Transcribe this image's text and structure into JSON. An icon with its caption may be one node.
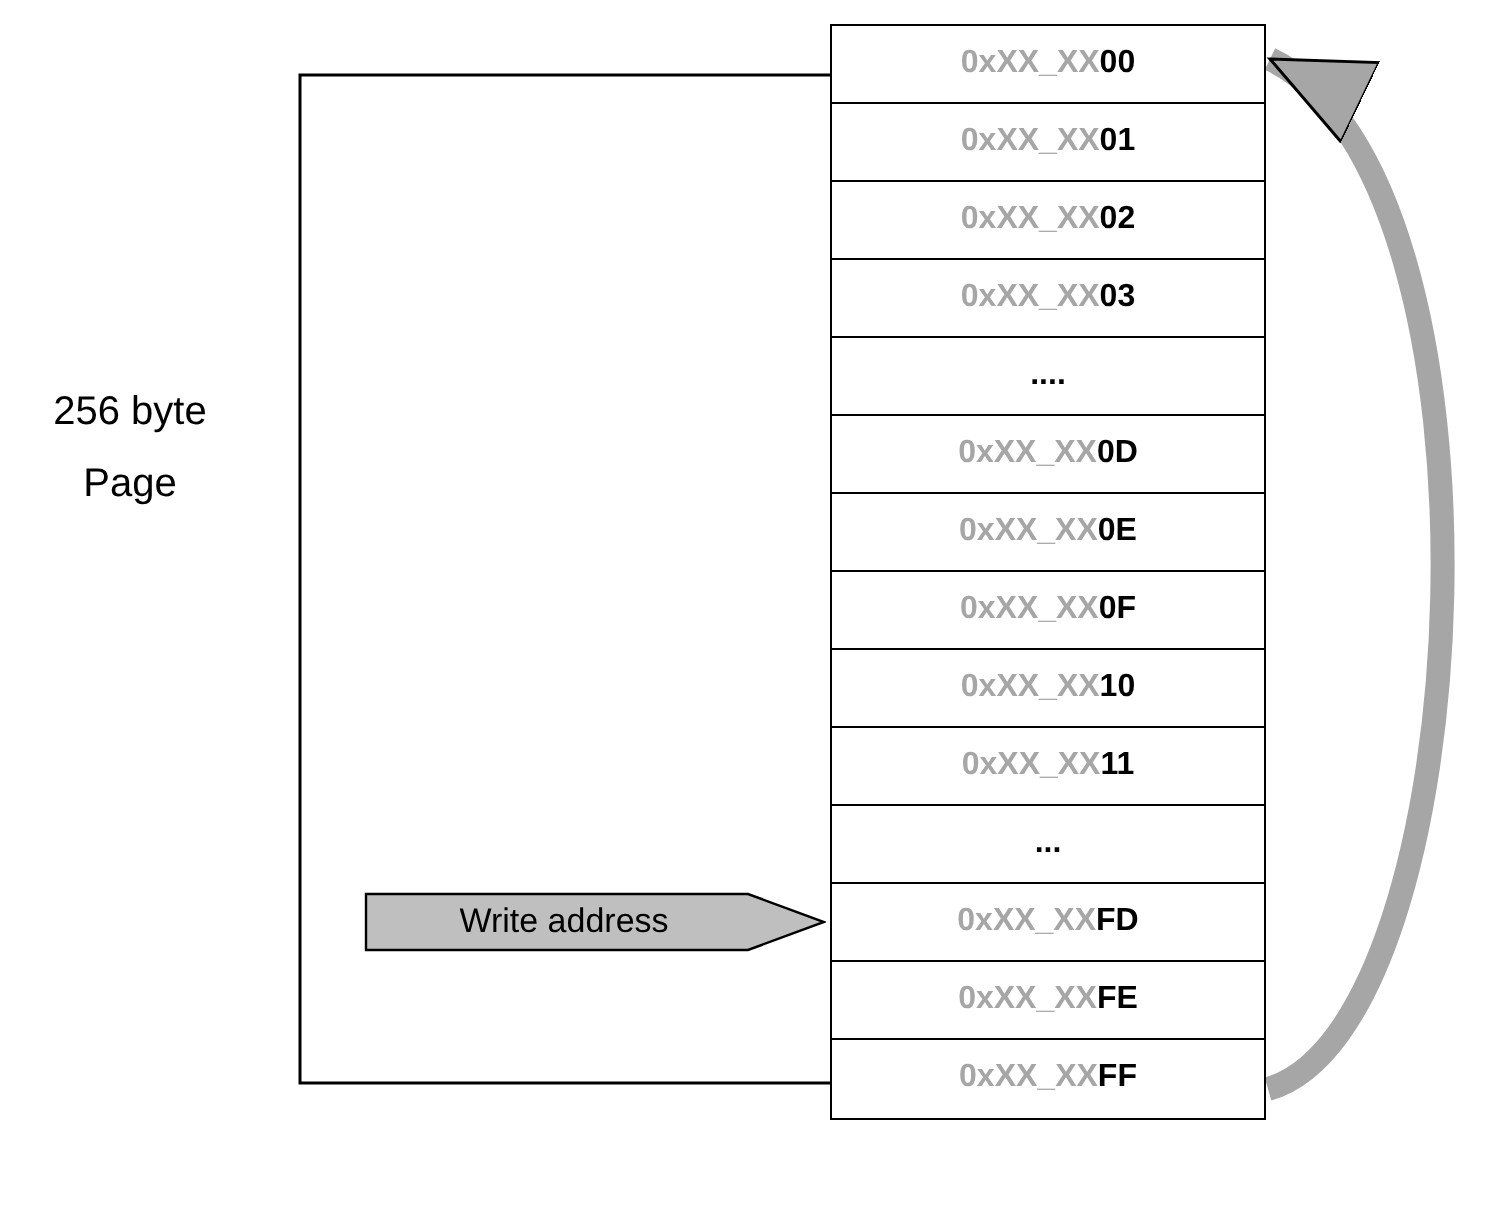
{
  "diagram": {
    "nodes": [
      {
        "text": [
          "0xXX_XX**00**"
        ]
      },
      {
        "text": [
          "0xXX_XX**01**"
        ]
      },
      {
        "text": [
          "0xXX_XX**02**"
        ]
      },
      {
        "text": [
          "0xXX_XX**03**"
        ]
      },
      {
        "text": [
          "...."
        ]
      },
      {
        "text": [
          "0xXX_XX**0D**"
        ]
      },
      {
        "text": [
          "0xXX_XX**0E**"
        ]
      },
      {
        "text": [
          "0xXX_XX**0F**"
        ]
      },
      {
        "text": [
          "0xXX_XX**10**"
        ]
      },
      {
        "text": [
          "0xXX_XX**11**"
        ]
      },
      {
        "text": [
          "..."
        ]
      },
      {
        "text": [
          "0xXX_XX**FD**"
        ]
      },
      {
        "text": [
          "0xXX_XX**FE**"
        ]
      },
      {
        "text": [
          "0xXX_XX**FF**"
        ]
      },
      {
        "text": [
          "Write address"
        ]
      }
    ],
    "edges": [
      {
        "from": 13,
        "to": 0,
        "arrow": "to"
      }
    ],
    "labels": [
      "256 byte Page"
    ]
  }
}
